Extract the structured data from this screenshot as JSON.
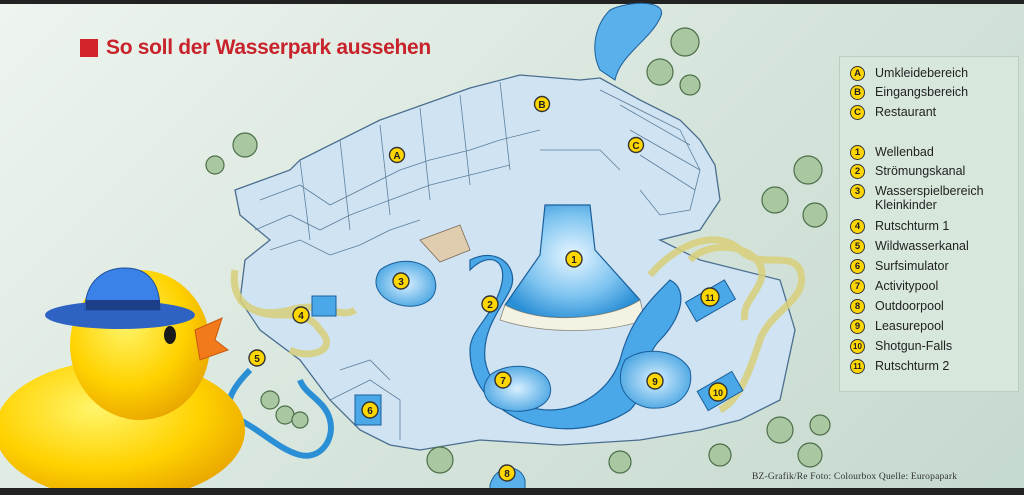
{
  "title": "So soll der Wasserpark aussehen",
  "legend": {
    "items": [
      {
        "key": "A",
        "label": "Umkleidebereich"
      },
      {
        "key": "B",
        "label": "Eingangsbereich"
      },
      {
        "key": "C",
        "label": "Restaurant"
      },
      {
        "key": "1",
        "label": "Wellenbad"
      },
      {
        "key": "2",
        "label": "Strömungskanal"
      },
      {
        "key": "3",
        "label": "Wasserspielbereich\nKleinkinder"
      },
      {
        "key": "4",
        "label": "Rutschturm 1"
      },
      {
        "key": "5",
        "label": "Wildwasserkanal"
      },
      {
        "key": "6",
        "label": "Surfsimulator"
      },
      {
        "key": "7",
        "label": "Activitypool"
      },
      {
        "key": "8",
        "label": "Outdoorpool"
      },
      {
        "key": "9",
        "label": "Leasurepool"
      },
      {
        "key": "10",
        "label": "Shotgun-Falls"
      },
      {
        "key": "11",
        "label": "Rutschturm 2"
      }
    ]
  },
  "map_markers": [
    "A",
    "B",
    "C",
    "1",
    "2",
    "3",
    "4",
    "5",
    "6",
    "7",
    "8",
    "9",
    "10",
    "11"
  ],
  "credit": "BZ-Grafik/Re  Foto: Colourbox Quelle: Europapark",
  "colors": {
    "title_red": "#c8232b",
    "badge_yellow": "#ffd700",
    "water_blue": "#3d9fe0",
    "building_fill": "#cfe3f3",
    "legend_bg": "#d7e7dc"
  }
}
